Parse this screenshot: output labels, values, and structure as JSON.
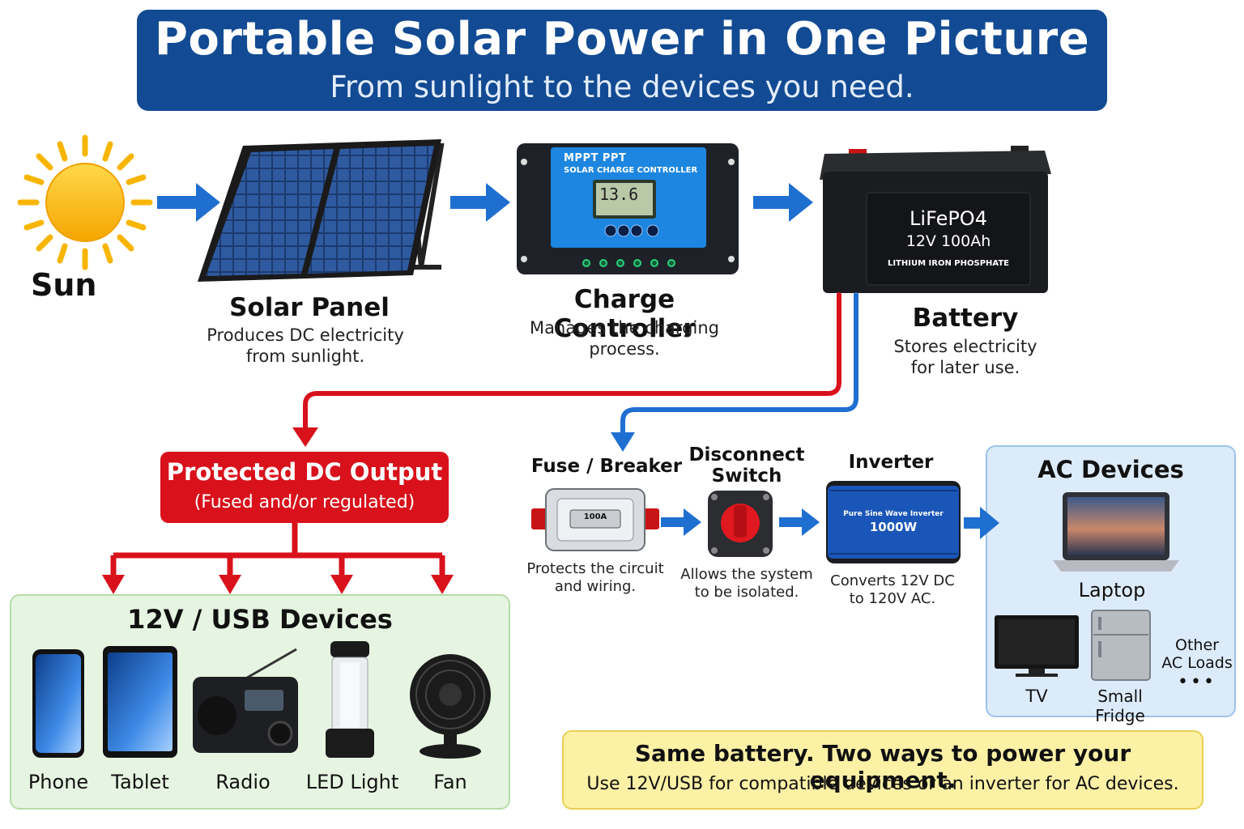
{
  "header": {
    "title": "Portable Solar Power in One Picture",
    "subtitle": "From sunlight to the devices you need."
  },
  "chain": {
    "sun": {
      "label": "Sun"
    },
    "solar_panel": {
      "label": "Solar Panel",
      "desc_line1": "Produces DC electricity",
      "desc_line2": "from sunlight."
    },
    "charge_controller": {
      "label": "Charge Controller",
      "desc_line1": "Manages the charging",
      "desc_line2": "process.",
      "device_brand": "MPPT PPT",
      "device_text": "SOLAR CHARGE CONTROLLER",
      "display_value": "13.6"
    },
    "battery": {
      "label": "Battery",
      "desc_line1": "Stores electricity",
      "desc_line2": "for later use.",
      "chem": "LiFePO4",
      "rating": "12V 100Ah",
      "subtext": "LITHIUM IRON PHOSPHATE"
    }
  },
  "dc_branch": {
    "title": "Protected DC Output",
    "subtitle": "(Fused and/or regulated)",
    "devices_title": "12V / USB Devices",
    "devices": [
      "Phone",
      "Tablet",
      "Radio",
      "LED Light",
      "Fan"
    ]
  },
  "ac_branch": {
    "fuse": {
      "label": "Fuse / Breaker",
      "rating": "100A",
      "desc_line1": "Protects the circuit",
      "desc_line2": "and wiring."
    },
    "switch": {
      "label_line1": "Disconnect",
      "label_line2": "Switch",
      "desc_line1": "Allows the system",
      "desc_line2": "to be isolated."
    },
    "inverter": {
      "label": "Inverter",
      "device_text": "Pure Sine Wave Inverter",
      "device_power": "1000W",
      "desc_line1": "Converts 12V DC",
      "desc_line2": "to 120V AC."
    },
    "ac_devices": {
      "title": "AC Devices",
      "laptop": "Laptop",
      "tv": "TV",
      "fridge": "Small Fridge",
      "other_line1": "Other",
      "other_line2": "AC Loads",
      "dots": "•••"
    }
  },
  "footer": {
    "headline": "Same battery. Two ways to power your equipment.",
    "text": "Use 12V/USB for compatible devices or an inverter for AC devices."
  },
  "colors": {
    "banner": "#124a93",
    "arrow_blue": "#1f6fd1",
    "wire_red": "#d8111b",
    "wire_blue": "#1f6fd1",
    "dc_box": "#d8111b",
    "dc_panel_bg": "#e6f5e1",
    "ac_panel_bg": "#dcebfa",
    "note_bg": "#fdf1a6"
  }
}
